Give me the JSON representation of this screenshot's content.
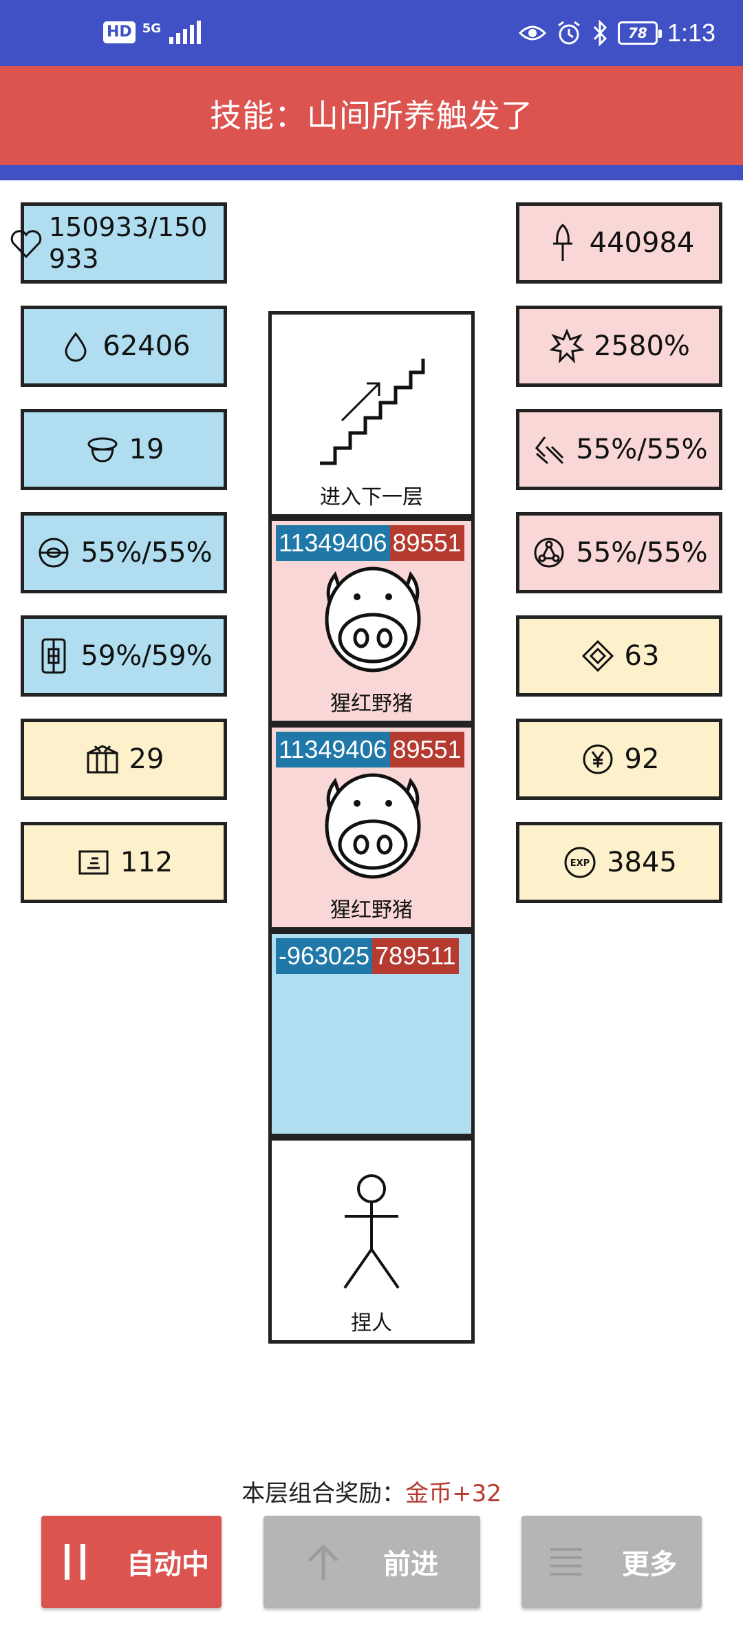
{
  "status_bar": {
    "hd": "HD",
    "net": "5G",
    "battery": "78",
    "time": "1:13"
  },
  "banner": {
    "text": "技能：山间所养触发了"
  },
  "left_stats": [
    {
      "icon": "heart-icon",
      "value": "150933/150933"
    },
    {
      "icon": "drop-icon",
      "value": "62406"
    },
    {
      "icon": "helmet-icon",
      "value": "19"
    },
    {
      "icon": "shield-ring-icon",
      "value": "55%/55%"
    },
    {
      "icon": "armor-icon",
      "value": "59%/59%"
    },
    {
      "icon": "gift-box-icon",
      "value": "29"
    },
    {
      "icon": "card-icon",
      "value": "112"
    }
  ],
  "right_stats": [
    {
      "icon": "sword-icon",
      "value": "440984"
    },
    {
      "icon": "burst-icon",
      "value": "2580%"
    },
    {
      "icon": "slash-icon",
      "value": "55%/55%"
    },
    {
      "icon": "triad-icon",
      "value": "55%/55%"
    },
    {
      "icon": "diamond-icon",
      "value": "63"
    },
    {
      "icon": "yen-coin-icon",
      "value": "92"
    },
    {
      "icon": "exp-icon",
      "value": "3845"
    }
  ],
  "tower": {
    "stairs": {
      "label": "进入下一层"
    },
    "enemy1": {
      "hp": "11349406",
      "atk": "89551",
      "name": "猩红野猪"
    },
    "enemy2": {
      "hp": "11349406",
      "atk": "89551",
      "name": "猩红野猪"
    },
    "empty": {
      "hp": "-963025",
      "atk": "789511"
    },
    "player": {
      "label": "捏人"
    }
  },
  "footer": {
    "reward_label": "本层组合奖励：",
    "reward_value": "金币+32",
    "auto_label": "自动中",
    "forward_label": "前进",
    "more_label": "更多"
  },
  "colors": {
    "blue": "#3f51c4",
    "red": "#dc5450",
    "stat_blue": "#b0def0",
    "stat_pink": "#f8d7d6",
    "stat_yellow": "#fdf1cb",
    "hp_bar": "#1f78a8",
    "atk_bar": "#b53a30"
  }
}
